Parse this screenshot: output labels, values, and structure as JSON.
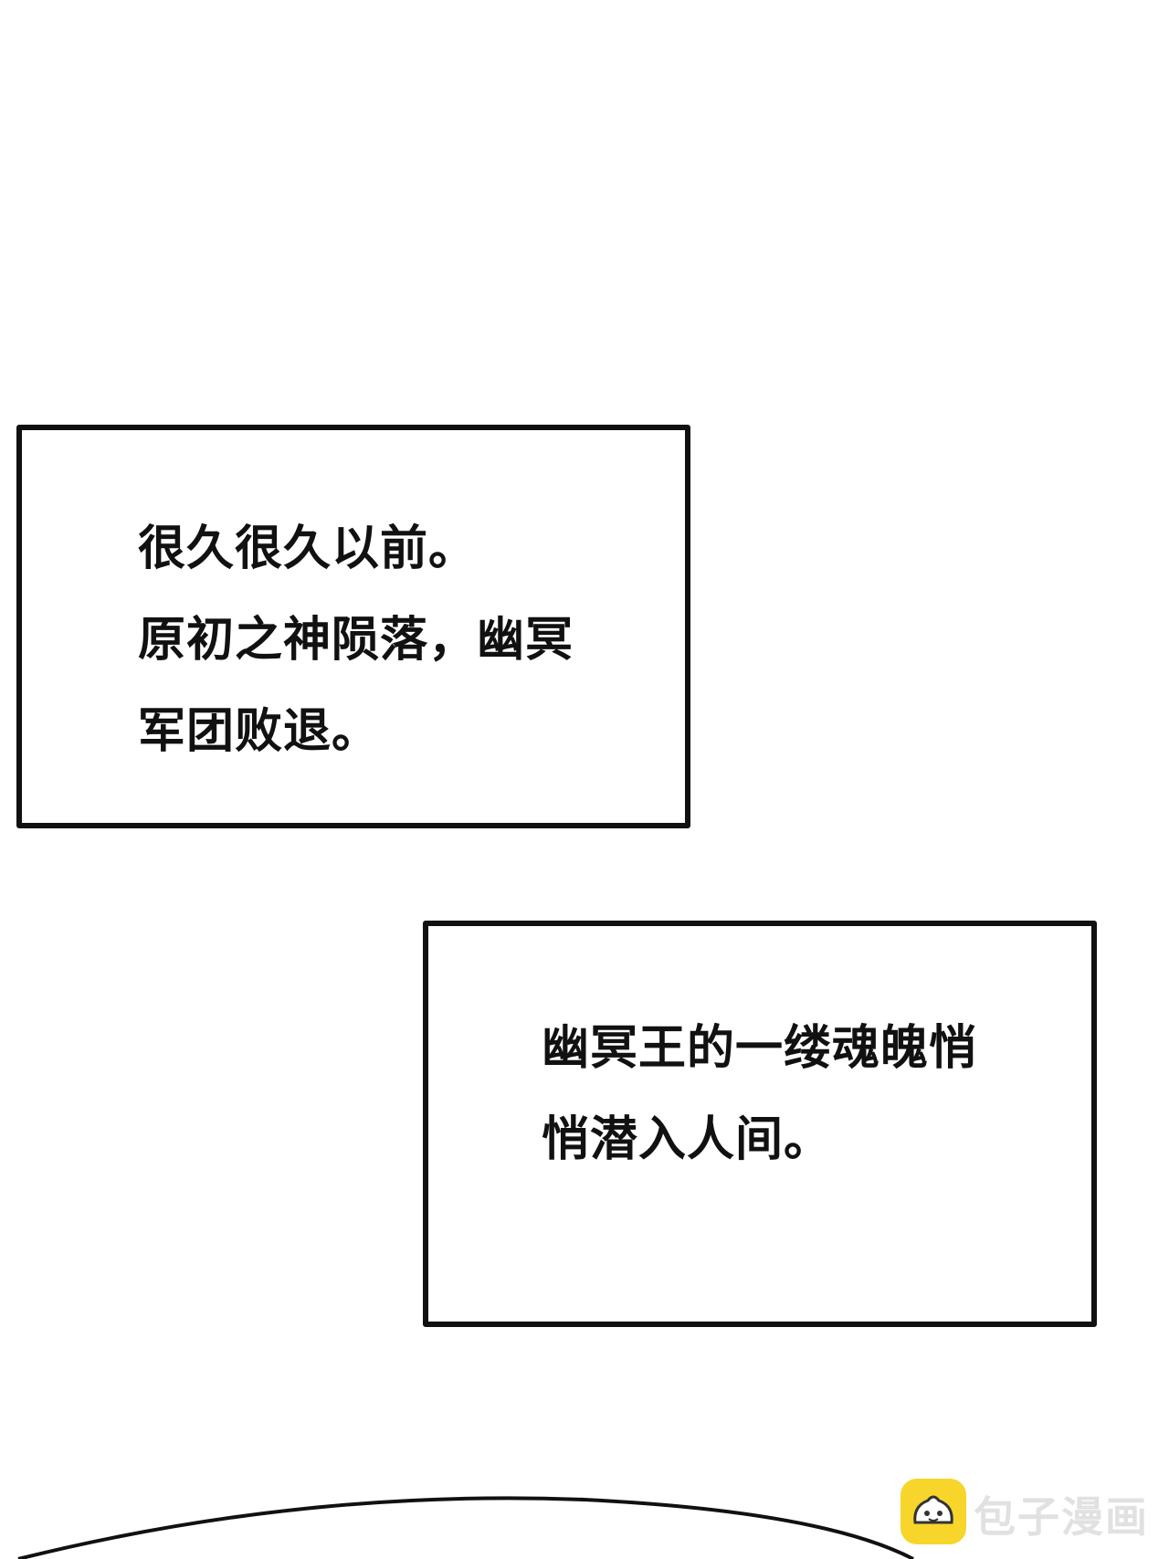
{
  "captions": [
    {
      "lines": [
        "很久很久以前。",
        "原初之神陨落，幽冥",
        "军团败退。"
      ]
    },
    {
      "lines": [
        "幽冥王的一缕魂魄悄",
        "悄潜入人间。"
      ]
    }
  ],
  "watermark": {
    "text": "包子漫画",
    "icon": "bun-mascot-icon",
    "icon_color": "#f7d52a"
  }
}
